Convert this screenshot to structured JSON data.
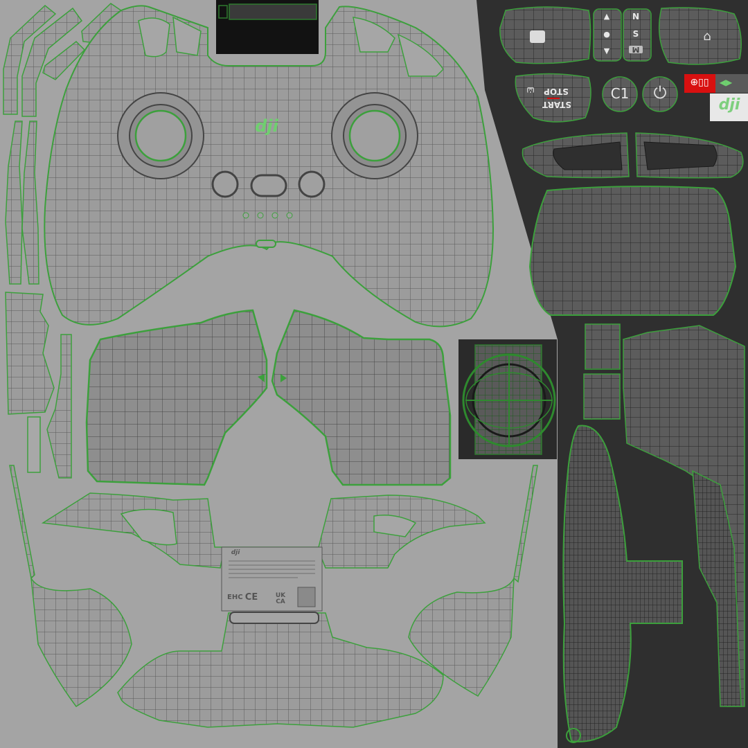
{
  "texture": {
    "subject": "DJI FPV remote controller UV texture layout",
    "colors": {
      "light_background": "#a4a4a4",
      "dark_background": "#2f2f2f",
      "shell_light": "#9a9a9a",
      "shell_mid": "#8c8c8c",
      "shell_dark": "#5a5a5a",
      "wire": "#4a4a4a",
      "seam_green": "#3ca03c",
      "black_panel": "#121212",
      "red_badge": "#d81010",
      "logo_green": "#6fcf6f"
    }
  },
  "logos": {
    "front_logo": "dji",
    "patch_logo": "dji",
    "label_logo": "dji"
  },
  "buttons_panel": {
    "mode_switch": [
      "▲",
      "●",
      "▼"
    ],
    "flight_modes": [
      "N",
      "S",
      "M"
    ],
    "start_stop_top": "STOP",
    "start_stop_bottom": "START",
    "start_stop_badge": "M",
    "custom_button": "C1",
    "power_icon": "power-icon",
    "camera_icon": "camera-icon",
    "rth_icon": "return-to-home-icon"
  },
  "regulatory_label": {
    "brand": "dji",
    "marks": [
      "EHC",
      "CE",
      "UK CA"
    ]
  },
  "shells": [
    {
      "name": "controller-front-shell",
      "tone": "light"
    },
    {
      "name": "left-grip",
      "tone": "mid"
    },
    {
      "name": "right-grip",
      "tone": "mid"
    },
    {
      "name": "bottom-shell",
      "tone": "light"
    },
    {
      "name": "screen-panel",
      "tone": "black"
    },
    {
      "name": "back-cover",
      "tone": "dark"
    },
    {
      "name": "shoulder-trims",
      "tone": "dark"
    },
    {
      "name": "gimbal-stick",
      "tone": "dark"
    },
    {
      "name": "antenna-handle",
      "tone": "dark"
    }
  ]
}
